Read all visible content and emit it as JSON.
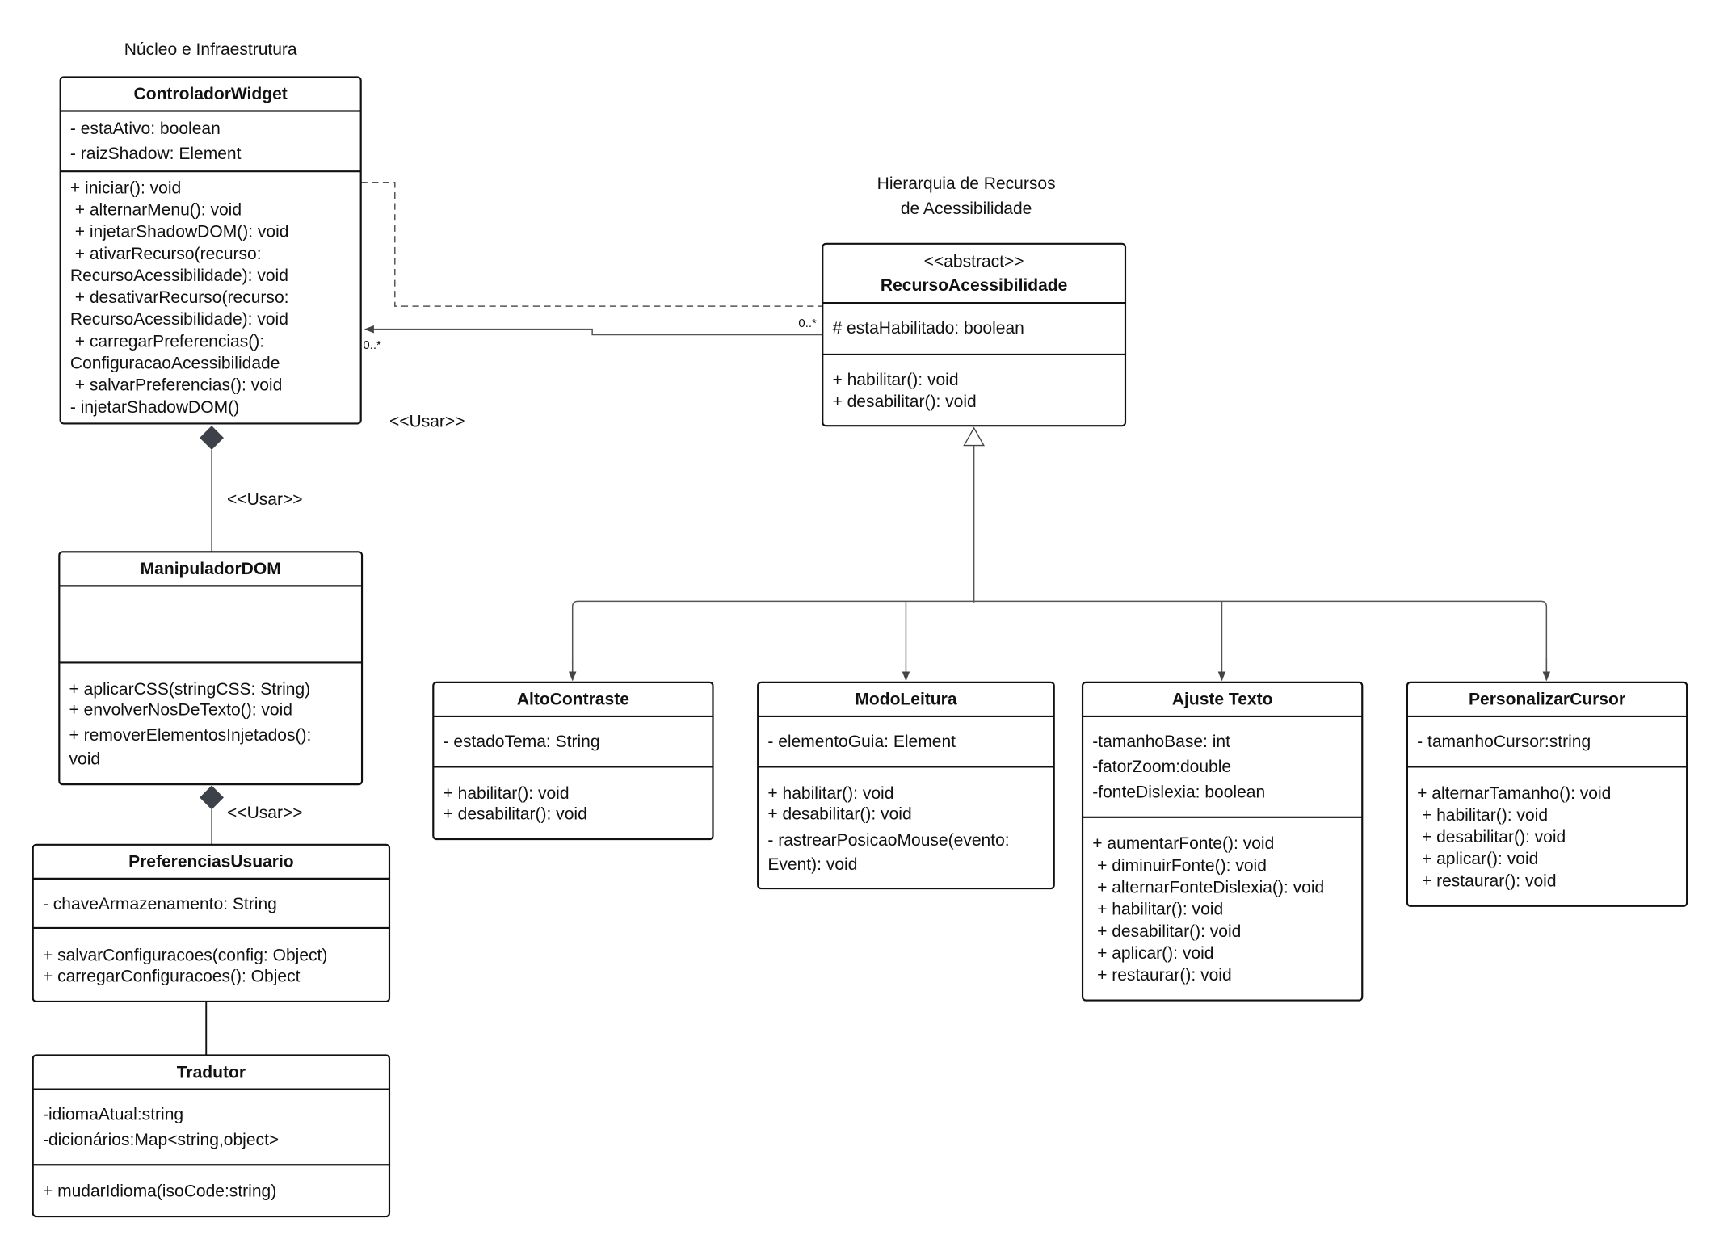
{
  "packages": {
    "core": "Núcleo e Infraestrutura",
    "hierarchy_line1": "Hierarquia de Recursos",
    "hierarchy_line2": "de Acessibilidade"
  },
  "classes": [
    {
      "name": "ControladorWidget",
      "stereotype": "",
      "attributes": [
        "- estaAtivo: boolean",
        "- raizShadow: Element"
      ],
      "methods": [
        "+ iniciar(): void",
        " + alternarMenu(): void",
        " + injetarShadowDOM(): void",
        " + ativarRecurso(recurso:",
        "RecursoAcessibilidade): void",
        " + desativarRecurso(recurso:",
        "RecursoAcessibilidade): void",
        " + carregarPreferencias():",
        "ConfiguracaoAcessibilidade",
        " + salvarPreferencias(): void",
        "- injetarShadowDOM()"
      ]
    },
    {
      "name": "ManipuladorDOM",
      "stereotype": "",
      "attributes": [],
      "methods": [
        "+ aplicarCSS(stringCSS: String)",
        "+ envolverNosDeTexto(): void",
        "+ removerElementosInjetados():",
        "void"
      ]
    },
    {
      "name": "PreferenciasUsuario",
      "stereotype": "",
      "attributes": [
        "- chaveArmazenamento: String"
      ],
      "methods": [
        "+ salvarConfiguracoes(config: Object)",
        "+ carregarConfiguracoes(): Object"
      ]
    },
    {
      "name": "Tradutor",
      "stereotype": "",
      "attributes": [
        "-idiomaAtual:string",
        "-dicionários:Map<string,object>"
      ],
      "methods": [
        "+ mudarIdioma(isoCode:string)"
      ]
    },
    {
      "name": "RecursoAcessibilidade",
      "stereotype": "<<abstract>>",
      "attributes": [
        "# estaHabilitado: boolean"
      ],
      "methods": [
        "+ habilitar(): void",
        "+ desabilitar(): void"
      ]
    },
    {
      "name": "AltoContraste",
      "stereotype": "",
      "attributes": [
        "- estadoTema: String"
      ],
      "methods": [
        "+ habilitar(): void",
        "+ desabilitar(): void"
      ]
    },
    {
      "name": "ModoLeitura",
      "stereotype": "",
      "attributes": [
        "- elementoGuia: Element"
      ],
      "methods": [
        "+ habilitar(): void",
        "+ desabilitar(): void",
        "- rastrearPosicaoMouse(evento:",
        "Event): void"
      ]
    },
    {
      "name": "Ajuste Texto",
      "stereotype": "",
      "attributes": [
        "-tamanhoBase: int",
        "-fatorZoom:double",
        "-fonteDislexia: boolean"
      ],
      "methods": [
        "+ aumentarFonte(): void",
        " + diminuirFonte(): void",
        " + alternarFonteDislexia(): void",
        " + habilitar(): void",
        " + desabilitar(): void",
        " + aplicar(): void",
        " + restaurar(): void"
      ]
    },
    {
      "name": "PersonalizarCursor",
      "stereotype": "",
      "attributes": [
        "- tamanhoCursor:string"
      ],
      "methods": [
        "+ alternarTamanho(): void",
        " + habilitar(): void",
        " + desabilitar(): void",
        " + aplicar(): void",
        " + restaurar(): void"
      ]
    }
  ],
  "relations": {
    "usar_label": "<<Usar>>",
    "multiplicity_source": "0..*",
    "multiplicity_target": "0..*"
  }
}
